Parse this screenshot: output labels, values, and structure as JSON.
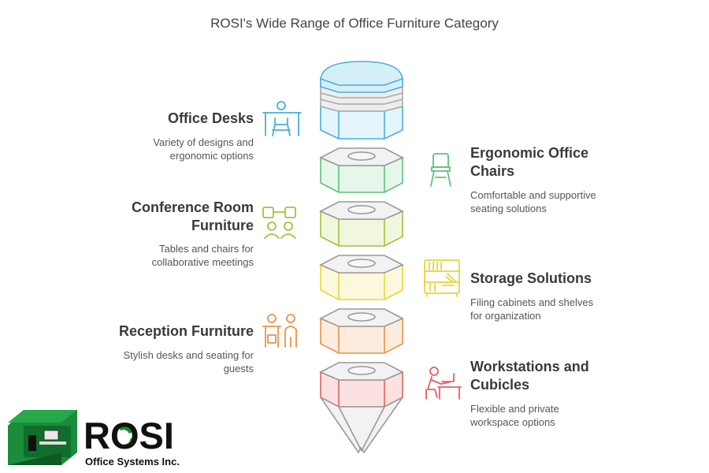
{
  "title": "ROSI's Wide Range of Office Furniture Category",
  "colors": {
    "blue": "#4aaed9",
    "green": "#5cc27b",
    "lime": "#9bc53d",
    "yellow": "#e8d33f",
    "orange": "#e8934a",
    "red": "#e36060",
    "gray": "#999999",
    "logo_green": "#1a8c3a"
  },
  "items": [
    {
      "side": "left",
      "title": "Office Desks",
      "desc": [
        "Variety of designs and",
        "ergonomic options"
      ],
      "icon": "desk-icon",
      "color": "blue"
    },
    {
      "side": "right",
      "title": [
        "Ergonomic Office",
        "Chairs"
      ],
      "desc": [
        "Comfortable and supportive",
        "seating solutions"
      ],
      "icon": "chair-icon",
      "color": "green"
    },
    {
      "side": "left",
      "title": [
        "Conference Room",
        "Furniture"
      ],
      "desc": [
        "Tables and chairs for",
        "collaborative meetings"
      ],
      "icon": "conference-icon",
      "color": "lime"
    },
    {
      "side": "right",
      "title": "Storage Solutions",
      "desc": [
        "Filing cabinets and shelves",
        "for organization"
      ],
      "icon": "storage-icon",
      "color": "yellow"
    },
    {
      "side": "left",
      "title": "Reception Furniture",
      "desc": [
        "Stylish desks and seating for",
        "guests"
      ],
      "icon": "reception-icon",
      "color": "orange"
    },
    {
      "side": "right",
      "title": [
        "Workstations and",
        "Cubicles"
      ],
      "desc": [
        "Flexible and private",
        "workspace options"
      ],
      "icon": "workstation-icon",
      "color": "red"
    }
  ],
  "logo": {
    "name": "ROSI",
    "subtitle": "Office Systems Inc."
  }
}
